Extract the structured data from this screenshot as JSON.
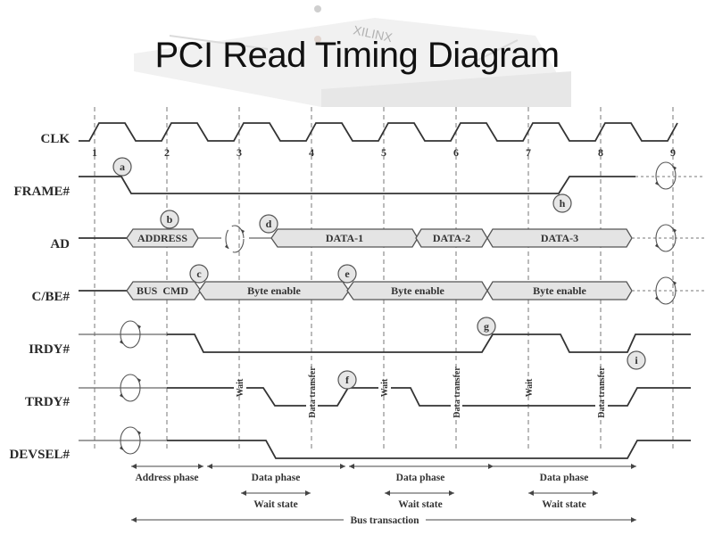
{
  "title": "PCI Read Timing Diagram",
  "background_logo": "XILINX",
  "clock_cycles": [
    "1",
    "2",
    "3",
    "4",
    "5",
    "6",
    "7",
    "8",
    "9"
  ],
  "signals": {
    "clk": "CLK",
    "frame": "FRAME#",
    "ad": "AD",
    "cbe": "C/BE#",
    "irdy": "IRDY#",
    "trdy": "TRDY#",
    "devsel": "DEVSEL#"
  },
  "ad_boxes": [
    "ADDRESS",
    "DATA-1",
    "DATA-2",
    "DATA-3"
  ],
  "cbe_boxes": [
    "BUS  CMD",
    "Byte enable",
    "Byte enable",
    "Byte enable"
  ],
  "markers": [
    "a",
    "b",
    "c",
    "d",
    "e",
    "f",
    "g",
    "h",
    "i"
  ],
  "trdy_annotations": [
    "Wait",
    "Data transfer",
    "Wait",
    "Data transfer",
    "Wait",
    "Data transfer"
  ],
  "phases": [
    "Address phase",
    "Data phase",
    "Data phase",
    "Data phase"
  ],
  "wait_states": [
    "Wait state",
    "Wait state",
    "Wait state"
  ],
  "bus_transaction": "Bus transaction"
}
